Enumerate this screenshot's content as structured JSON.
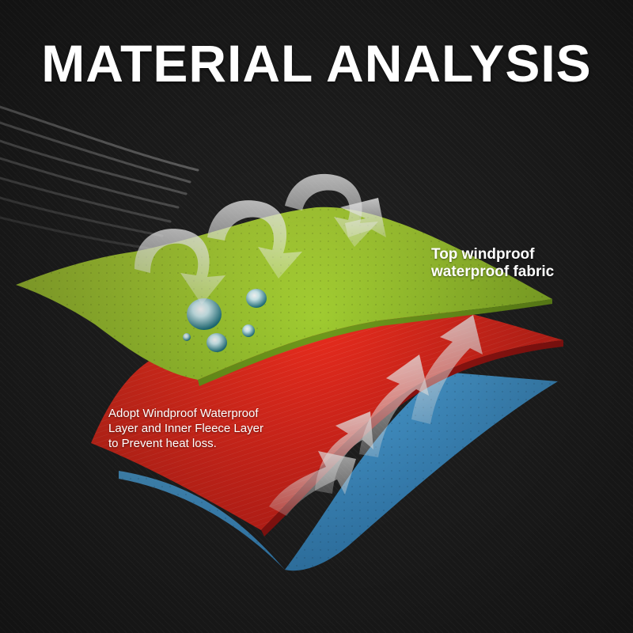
{
  "title": "MATERIAL ANALYSIS",
  "labels": {
    "top_layer": [
      "Top windproof",
      "waterproof fabric"
    ],
    "inner_layers": [
      "Adopt Windproof Waterproof",
      "Layer and Inner Fleece Layer",
      "to Prevent heat loss."
    ]
  },
  "layers": [
    {
      "name": "top-layer",
      "color": "#a8d232"
    },
    {
      "name": "middle-layer",
      "color": "#e8261e"
    },
    {
      "name": "bottom-layer",
      "color": "#3f96d2"
    }
  ],
  "icons": [
    "wind-streaks-icon",
    "water-droplet-icon",
    "airflow-arrow-icon",
    "heat-arrow-icon"
  ]
}
